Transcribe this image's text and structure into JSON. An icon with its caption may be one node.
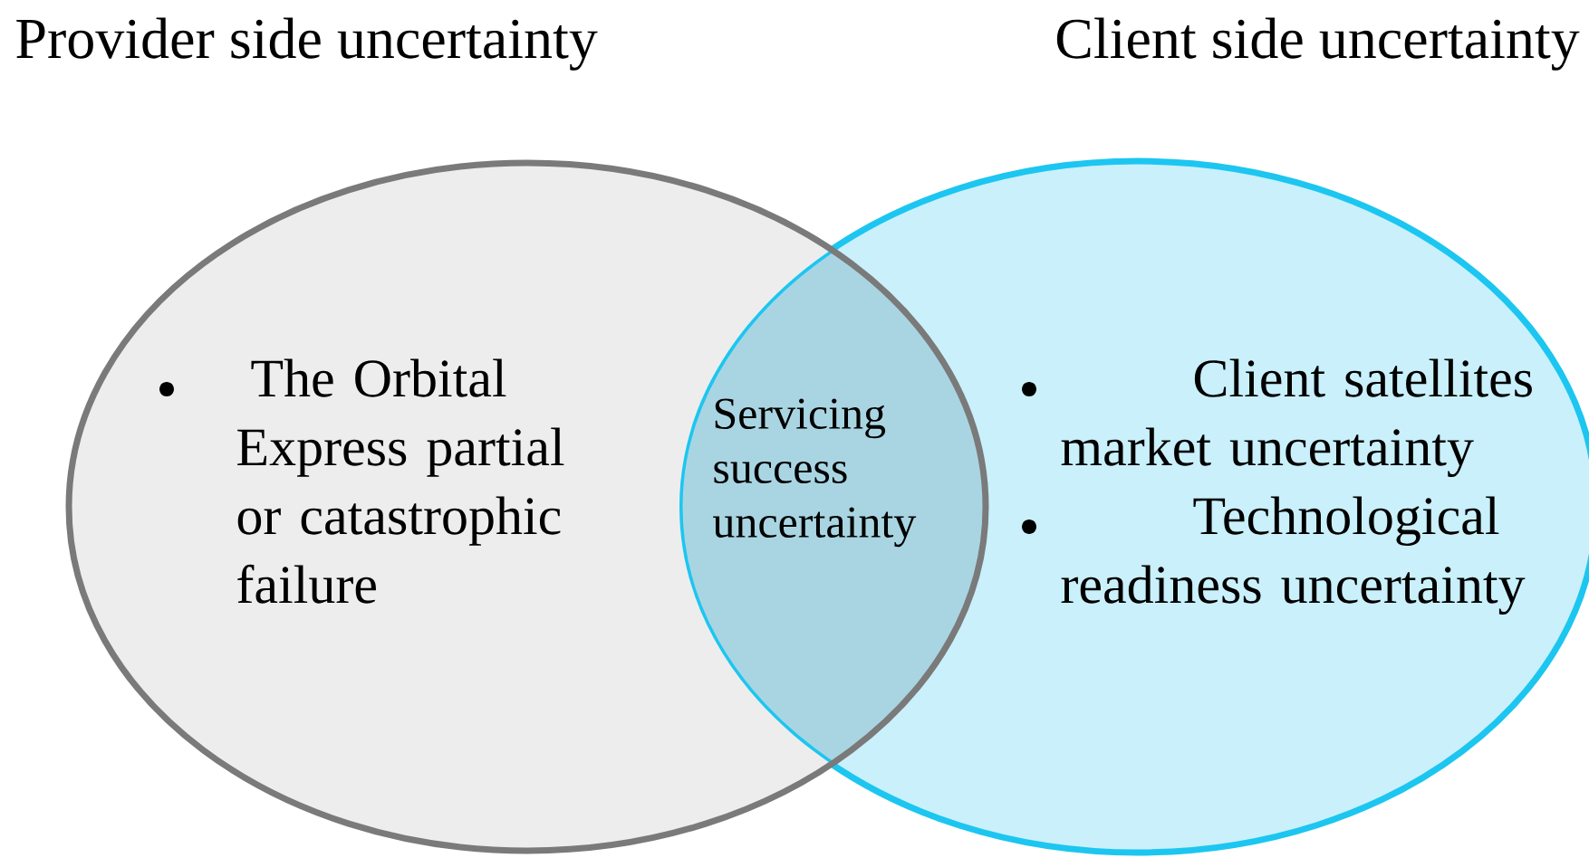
{
  "diagram": {
    "nodes": [
      {
        "text": [
          "Provider side uncertainty",
          "The Orbital Express partial or catastrophic failure"
        ]
      },
      {
        "text": [
          "Client side uncertainty",
          "Client satellites market uncertainty",
          "Technological readiness uncertainty"
        ]
      }
    ],
    "labels": [
      "Servicing success uncertainty"
    ]
  }
}
